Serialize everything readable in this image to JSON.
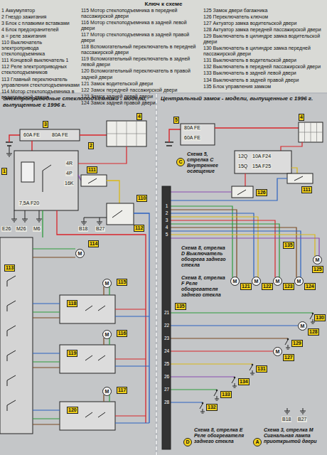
{
  "diagram": {
    "title": "Ключ к схеме",
    "nodes": [
      {
        "text": [
          "Электроприводные стеклоподъемники - модели, выпущенные с 1996 г."
        ]
      },
      {
        "text": [
          "Центральный замок - модели, выпущенные с 1996 г."
        ]
      }
    ],
    "labels": [
      "1 Аккумулятор",
      "2 Гнездо зажигания",
      "3 Блок с плавкими вставками",
      "4 Блок предохранителей",
      "а = реле зажигания",
      "110 Выключатель электропривода стеклоподъемника",
      "111 Концевой выключатель 1",
      "112 Реле электроприводных стеклоподъемников",
      "113 Главный переключатель управления стеклоподъемниками",
      "114 Мотор стеклоподъемника в водительской двери",
      "115 Мотор стеклоподъемника в передней пассажирской двери",
      "116 Мотор стеклоподъемника в задней левой двери",
      "117 Мотор стеклоподъемника в задней правой двери",
      "118 Вспомогательный переключатель в передней пассажирской двери",
      "119 Вспомогательный переключатель в задней левой двери",
      "120 Вспомогательный переключатель в правой задней двери",
      "121 Замок водительской двери",
      "122 Замок передней пассажирской двери",
      "123 Замок задней левой двери",
      "124 Замок задней правой двери",
      "125 Замок двери багажника",
      "126 Переключатель ключом",
      "127 Актуатор замка водительской двери",
      "128 Актуатор замка передней пассажирской двери",
      "129 Выключатель в цилиндре замка водительской двери",
      "130 Выключатель в цилиндре замка передней пассажирской двери",
      "131 Выключатель в водительской двери",
      "132 Выключатель в передней пассажирской двери",
      "133 Выключатель в задней левой двери",
      "134 Выключатель в задней правой двери",
      "135 Блок управления замком",
      "60A FE",
      "80A FE",
      "1",
      "3",
      "2",
      "4",
      "4R",
      "4P",
      "16K",
      "7,5A F20",
      "111",
      "112",
      "110",
      "E26",
      "M26",
      "M6",
      "B18",
      "B27",
      "113",
      "114",
      "115",
      "118",
      "116",
      "119",
      "117",
      "120",
      "M",
      "M",
      "M",
      "M",
      "80A FE",
      "60A FE",
      "5",
      "Схема 5, стрелка C Внутреннее освещение",
      "C",
      "4",
      "12Q",
      "10A F24",
      "15Q",
      "15A F25",
      "111",
      "126",
      "135",
      "Схема 8, стрелка D Выключатель обогрева заднего стекла",
      "135",
      "Схема 8, стрелка F Реле обогревателя заднего стекла",
      "M",
      "M",
      "M",
      "M",
      "M",
      "121",
      "122",
      "123",
      "124",
      "125",
      "M",
      "M",
      "127",
      "128",
      "129",
      "130",
      "131",
      "132",
      "133",
      "134",
      "B18",
      "B27",
      "Схема 8, стрелка E Реле обогревателя заднего стекла",
      "D",
      "Схема 3, стрелка M Сигнальная лампа приоткрытой двери",
      "A",
      "1",
      "2",
      "3",
      "4",
      "5",
      "21",
      "22",
      "23",
      "24",
      "25",
      "26",
      "27",
      "28"
    ]
  }
}
